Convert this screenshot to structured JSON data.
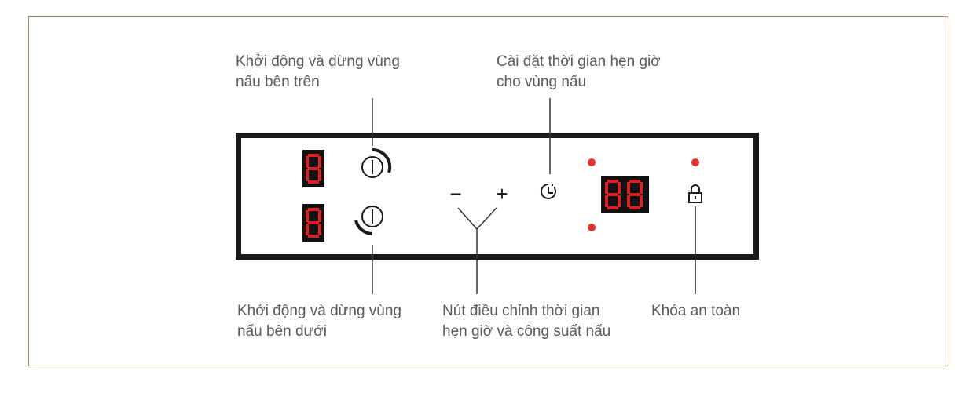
{
  "labels": {
    "top_zone_power": {
      "line1": "Khởi động và dừng vùng",
      "line2": "nấu bên trên"
    },
    "timer_setting": {
      "line1": "Cài đặt thời gian hẹn giờ",
      "line2": "cho vùng nấu"
    },
    "bottom_zone_power": {
      "line1": "Khởi động và dừng vùng",
      "line2": "nấu bên dưới"
    },
    "adjust_buttons": {
      "line1": "Nút điều chỉnh thời gian",
      "line2": "hẹn giờ và công suất nấu"
    },
    "safety_lock": {
      "line1": "Khóa an toàn"
    }
  },
  "buttons": {
    "minus_symbol": "−",
    "plus_symbol": "+"
  },
  "colors": {
    "frame_border": "#b8855c",
    "panel_border": "#1a1a1a",
    "display_background": "#111111",
    "display_segment": "#e02020",
    "indicator_dot": "#e8322a",
    "leader_line": "#333333",
    "label_text": "#5a5a5a"
  },
  "icons": {
    "top_power": "power-icon",
    "bottom_power": "power-icon",
    "timer": "timer-clock-icon",
    "lock": "padlock-icon"
  }
}
